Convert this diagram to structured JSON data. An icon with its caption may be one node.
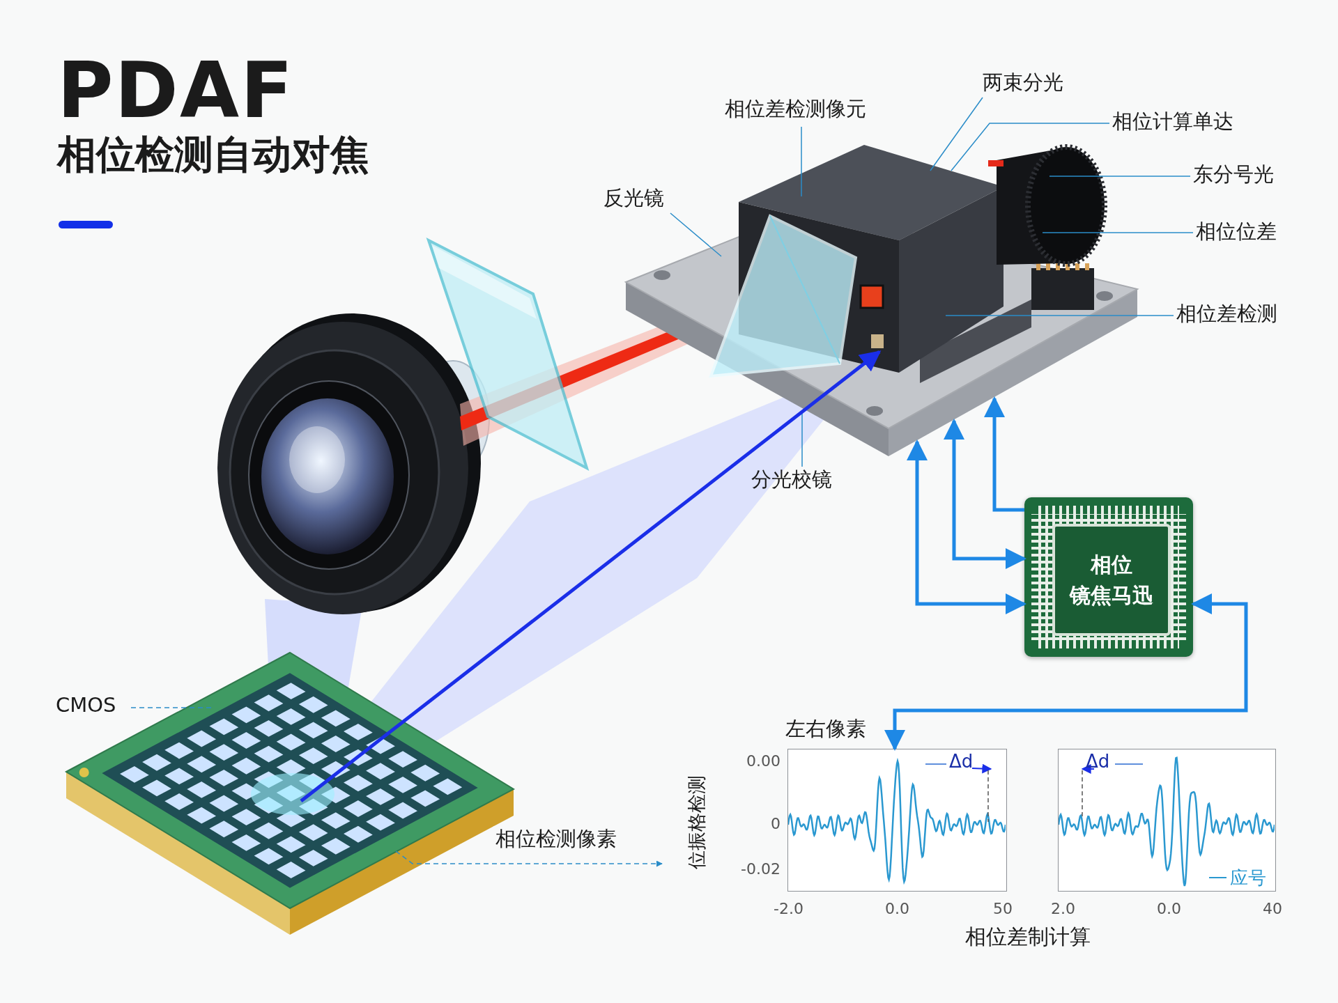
{
  "diagram": {
    "title": "PDAF",
    "nodes": [
      {
        "text": [],
        "shape": "picture"
      },
      {
        "text": [
          "相位",
          "镜焦马迅"
        ]
      },
      {
        "text": [],
        "shape": "picture"
      },
      {
        "text": [],
        "shape": "picture"
      },
      {
        "text": [],
        "shape": "picture"
      },
      {
        "text": [
          "相位差检测像元"
        ]
      },
      {
        "text": [
          "两束分光"
        ]
      },
      {
        "text": [
          "相位计算单达"
        ]
      },
      {
        "text": [
          "东分号光"
        ]
      },
      {
        "text": [
          "相位位差"
        ]
      },
      {
        "text": [
          "相位差检测"
        ]
      },
      {
        "text": [
          "反光镜"
        ]
      },
      {
        "text": [
          "分光校镜"
        ]
      },
      {
        "text": [
          "CMOS"
        ]
      }
    ],
    "edges": [
      {
        "from": 5,
        "to": 0,
        "arrow": "none"
      },
      {
        "from": 6,
        "to": 0,
        "arrow": "none"
      },
      {
        "from": 7,
        "to": 0,
        "arrow": "none"
      },
      {
        "from": 8,
        "to": 0,
        "arrow": "none"
      },
      {
        "from": 9,
        "to": 0,
        "arrow": "none"
      },
      {
        "from": 10,
        "to": 0,
        "arrow": "none"
      },
      {
        "from": 11,
        "to": 0,
        "arrow": "none"
      },
      {
        "from": 12,
        "to": 0,
        "arrow": "none"
      },
      {
        "from": 13,
        "to": 2,
        "arrow": "none",
        "style": "dashed"
      },
      {
        "from": 2,
        "to": null,
        "arrow": "to",
        "style": "dashed",
        "label": "相位检测像素"
      },
      {
        "from": 2,
        "to": 0,
        "arrow": "to",
        "style": "thick",
        "color": "#1a2ee8"
      },
      {
        "from": 1,
        "to": 0,
        "arrow": "to",
        "style": "thick",
        "color": "#1e88e5"
      },
      {
        "from": 0,
        "to": 1,
        "arrow": "both",
        "style": "thick",
        "color": "#1e88e5"
      },
      {
        "from": 0,
        "to": 1,
        "arrow": "both",
        "style": "thick",
        "color": "#1e88e5"
      },
      {
        "from": 1,
        "to": 3,
        "arrow": "both",
        "style": "thick",
        "color": "#1e88e5"
      }
    ],
    "labels": [
      "相位检测自动对焦",
      "左右像素",
      "0.00",
      "0",
      "-0.02",
      "Δd",
      "Δd",
      "位振格检测",
      "-2.0",
      "0.0",
      "50",
      "2.0",
      "0.0",
      "40",
      "相位差制计算"
    ],
    "legend": [
      {
        "text": "应号"
      }
    ]
  }
}
